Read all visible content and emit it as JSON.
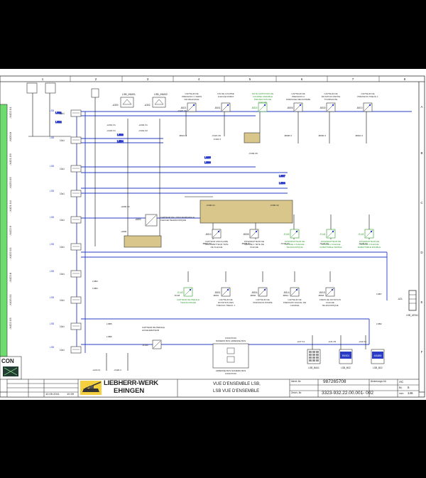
{
  "columns": [
    "1",
    "2",
    "3",
    "4",
    "5",
    "6",
    "7",
    "8"
  ],
  "rows": [
    "A",
    "B",
    "C",
    "D",
    "E",
    "F"
  ],
  "top_components": [
    {
      "ref": "LSB_INM01",
      "pins": "-A300"
    },
    {
      "ref": "LSB_INM02",
      "pins": "-A302"
    }
  ],
  "top_sensors": [
    {
      "label": "CAPTEUR DE PRESSION 1 VERIN DE RELEVAGE",
      "ref": "-B821"
    },
    {
      "label": "FIN DE COURSE FLECHE RABAT",
      "ref": "-B501"
    },
    {
      "label": "NOTE LIMITATION DE COURSE VARIABLE PROJECTION DE FLECHE",
      "ref": "-B820"
    },
    {
      "label": "CAPTEUR DE PRESSION 2 FREINAGE MECANISME",
      "ref": "-B806"
    },
    {
      "label": "CAPTEUR DE ROTATION PARTIE TOURNANTE",
      "ref": "-B830"
    },
    {
      "label": "CAPTEUR DE PRESSION TREUIL 1",
      "ref": "-B810"
    }
  ],
  "mid_sensors": [
    {
      "label": "CAPTEUR ANGULAIRE TRANSMETTEUR TETE DE FLECHE",
      "ref": "-B810"
    },
    {
      "label": "INTERRUPTEUR DE LEVAGE 1 TETE DE FLECHE",
      "ref": "-B808"
    },
    {
      "label": "INTERRUPTEUR DE LEVAGE 4 FLECHE TELESCOPIQUE",
      "ref": "-S140"
    },
    {
      "label": "INTERRUPTEUR DE LEVAGE 2 FLECHE RABATTABLE SIMPLE",
      "ref": "-S141"
    },
    {
      "label": "INTERRUPTEUR DE LEVAGE 3 FLECHE RABATTABLE DOUBLE",
      "ref": "-S142"
    }
  ],
  "low_sensors": [
    {
      "label": "CAPTEUR DE PEDALE TELESCOPAGE",
      "ref": "-S143"
    },
    {
      "label": "CAPTEUR DE ROTATION DES TREUILS TREUIL 1",
      "ref": "-B801"
    },
    {
      "label": "CAPTEUR DE PRESSION POMPE",
      "ref": "-B804"
    },
    {
      "label": "CAPTEUR DE PRESSION SIGNAL DE CHARGE",
      "ref": "-B814"
    },
    {
      "label": "FREIN DE ROTATION FLECHE TELESCOPIQUE",
      "ref": "-B818"
    }
  ],
  "left_sensor": {
    "label": "CAPTEUR DE LONGUEUR/ANGLE FLECHE TELESCOPIQUE",
    "ref": "-A800"
  },
  "accel_sensor": {
    "label": "CAPTEUR DE PEDALE ACCELERATEUR",
    "ref": "-S150"
  },
  "bus_box": {
    "label": "FONCTION NUMERO BUS ADRESSE BUS",
    "sub": "ADRESSE BUS NUMERO BUS FONCTION"
  },
  "bottom_modules": [
    {
      "ref": "LSB_BA01"
    },
    {
      "ref": "LSB_B02",
      "tag": "EKS01"
    },
    {
      "ref": "LSB_B02",
      "tag": "ASAB5"
    }
  ],
  "right_device": {
    "ref": "LSB_UEW1",
    "pins": "-A21"
  },
  "bus_labels": [
    "LSB1",
    "LSB2",
    "LSB3",
    "LSB4",
    "LSB5",
    "LSB6",
    "LSB7",
    "LSB8"
  ],
  "title_block": {
    "logo_line1": "LIEBHERR-WERK",
    "logo_line2": "EHINGEN",
    "title_fr": "VUE D'ENSEMBLE LSB,",
    "title_de": "LSB VUE D'ENSEMBLE",
    "ident_label": "Ident.-Nr.",
    "ident_value": "987265708",
    "zeich_label": "Zeich.-Nr.",
    "zeich_value": "3323-932.22.00.001- 002",
    "date": "12.05.2011",
    "time": "10:39",
    "aend_label": "Änderungs-Nr.",
    "aend_value": "AC",
    "blatt_label": "Bl.",
    "blatt_value": "6",
    "von_label": "von",
    "von_value": "146",
    "left_tag": "CON"
  }
}
